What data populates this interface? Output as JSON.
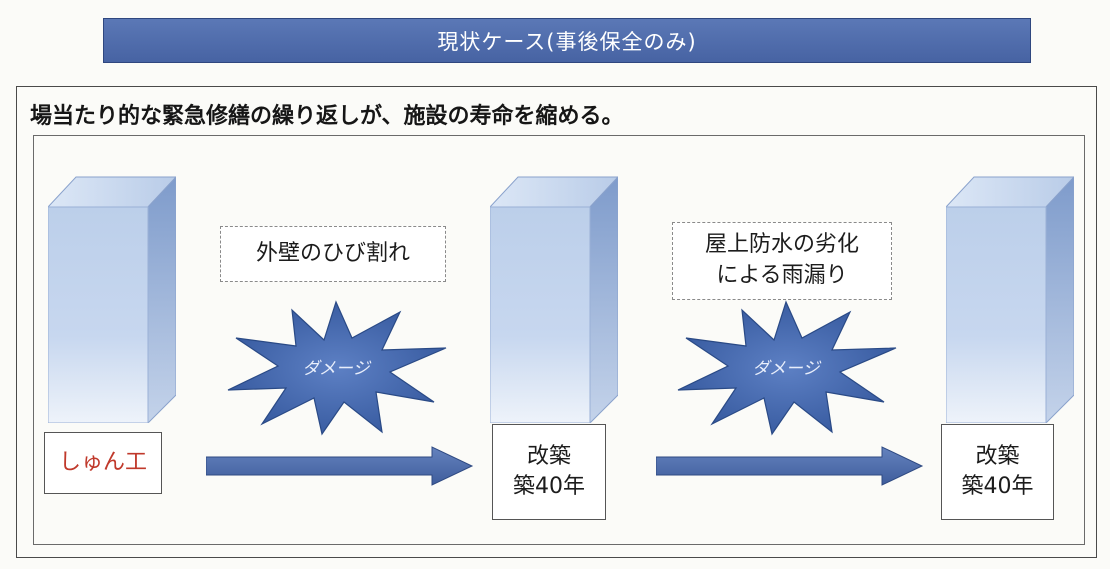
{
  "title": "現状ケース(事後保全のみ)",
  "heading": "場当たり的な緊急修繕の繰り返しが、施設の寿命を縮める。",
  "stages": [
    {
      "label": [
        "しゅん工"
      ]
    },
    {
      "label": [
        "改築",
        "築40年"
      ]
    },
    {
      "label": [
        "改築",
        "築40年"
      ]
    }
  ],
  "damages": [
    {
      "cause": [
        "外壁のひび割れ"
      ],
      "burst_text": "ダメージ"
    },
    {
      "cause": [
        "屋上防水の劣化",
        "による雨漏り"
      ],
      "burst_text": "ダメージ"
    }
  ],
  "colors": {
    "title_bar": "#4f6cab",
    "arrow": "#4a68a8",
    "burst": "#3f62a6",
    "building_front": "#a9c0e2",
    "building_side": "#87a2cf",
    "building_top": "#cdddf1",
    "stage_1_label": "#c0392b"
  }
}
